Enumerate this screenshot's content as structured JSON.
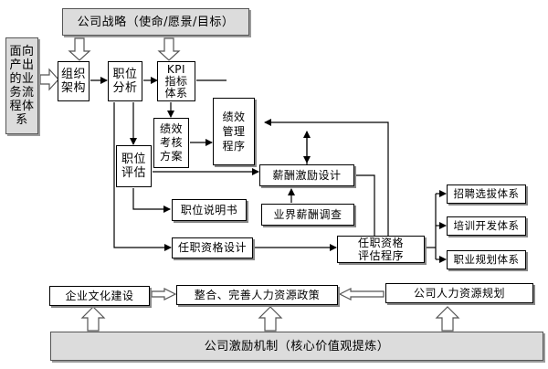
{
  "nodes": {
    "strategy": "公司战略（使命/愿景/目标）",
    "business_flow": "面向\n产出\n的业\n务流\n程体\n系",
    "org_structure": "组织\n架构",
    "job_analysis": "职位\n分析",
    "kpi": "KPI\n指标\n体系",
    "appraisal_plan": "绩效\n考核\n方案",
    "perf_mgmt": "绩效\n管理\n程序",
    "job_eval": "职位\n评估",
    "compensation": "薪酬激励设计",
    "job_description": "职位说明书",
    "salary_survey": "业界薪酬调查",
    "qualification_design": "任职资格设计",
    "qualification_eval": "任职资格\n评估程序",
    "recruitment": "招聘选拔体系",
    "training": "培训开发体系",
    "career": "职业规划体系",
    "culture": "企业文化建设",
    "hr_policy": "整合、完善人力资源政策",
    "hr_planning": "公司人力资源规划",
    "incentive": "公司激励机制（核心价值观提炼）"
  }
}
